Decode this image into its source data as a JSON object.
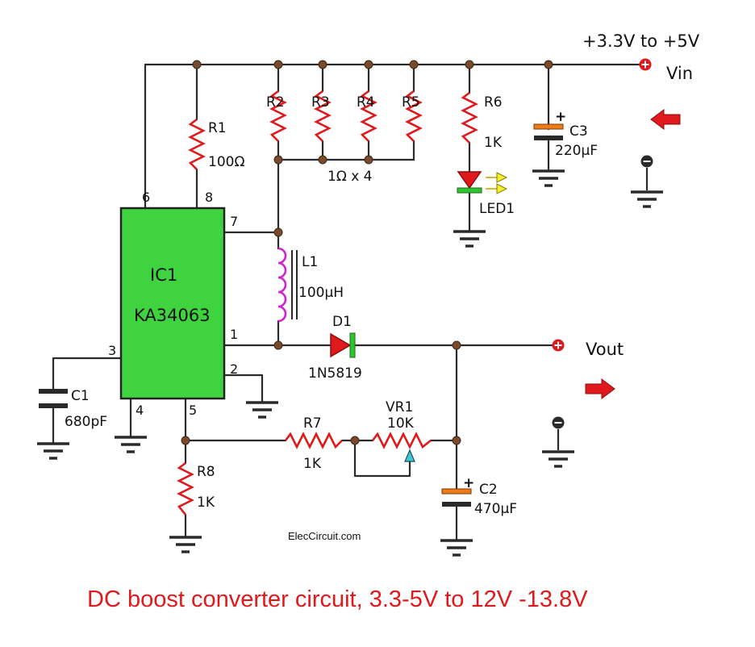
{
  "circuit": {
    "supply_label": "+3.3V to +5V",
    "vin_label": "Vin",
    "vout_label": "Vout",
    "ic": {
      "ref": "IC1",
      "part": "KA34063",
      "pins": [
        "1",
        "2",
        "3",
        "4",
        "5",
        "6",
        "7",
        "8"
      ]
    },
    "resistors": [
      {
        "ref": "R1",
        "value": "100Ω"
      },
      {
        "ref": "R2"
      },
      {
        "ref": "R3"
      },
      {
        "ref": "R4"
      },
      {
        "ref": "R5"
      },
      {
        "ref": "R6",
        "value": "1K"
      },
      {
        "ref": "R7",
        "value": "1K"
      },
      {
        "ref": "R8",
        "value": "1K"
      }
    ],
    "sense_resistors_note": "1Ω x 4",
    "pot": {
      "ref": "VR1",
      "value": "10K"
    },
    "inductor": {
      "ref": "L1",
      "value": "100µH"
    },
    "diode": {
      "ref": "D1",
      "part": "1N5819"
    },
    "led": {
      "ref": "LED1"
    },
    "capacitors": [
      {
        "ref": "C1",
        "value": "680pF"
      },
      {
        "ref": "C2",
        "value": "470µF"
      },
      {
        "ref": "C3",
        "value": "220µF"
      }
    ],
    "credit": "ElecCircuit.com",
    "caption": "DC boost converter circuit, 3.3-5V to 12V -13.8V"
  },
  "colors": {
    "ic_fill": "#3fd43f",
    "resistor": "#e0191d",
    "inductor": "#d020d0",
    "capacitor_plate": "#ee7a1a",
    "led_band": "#2fc42f",
    "terminal": "#e0191d",
    "arrow": "#e0191d",
    "wire": "#2a2a2a",
    "caption": "#e0191d"
  }
}
